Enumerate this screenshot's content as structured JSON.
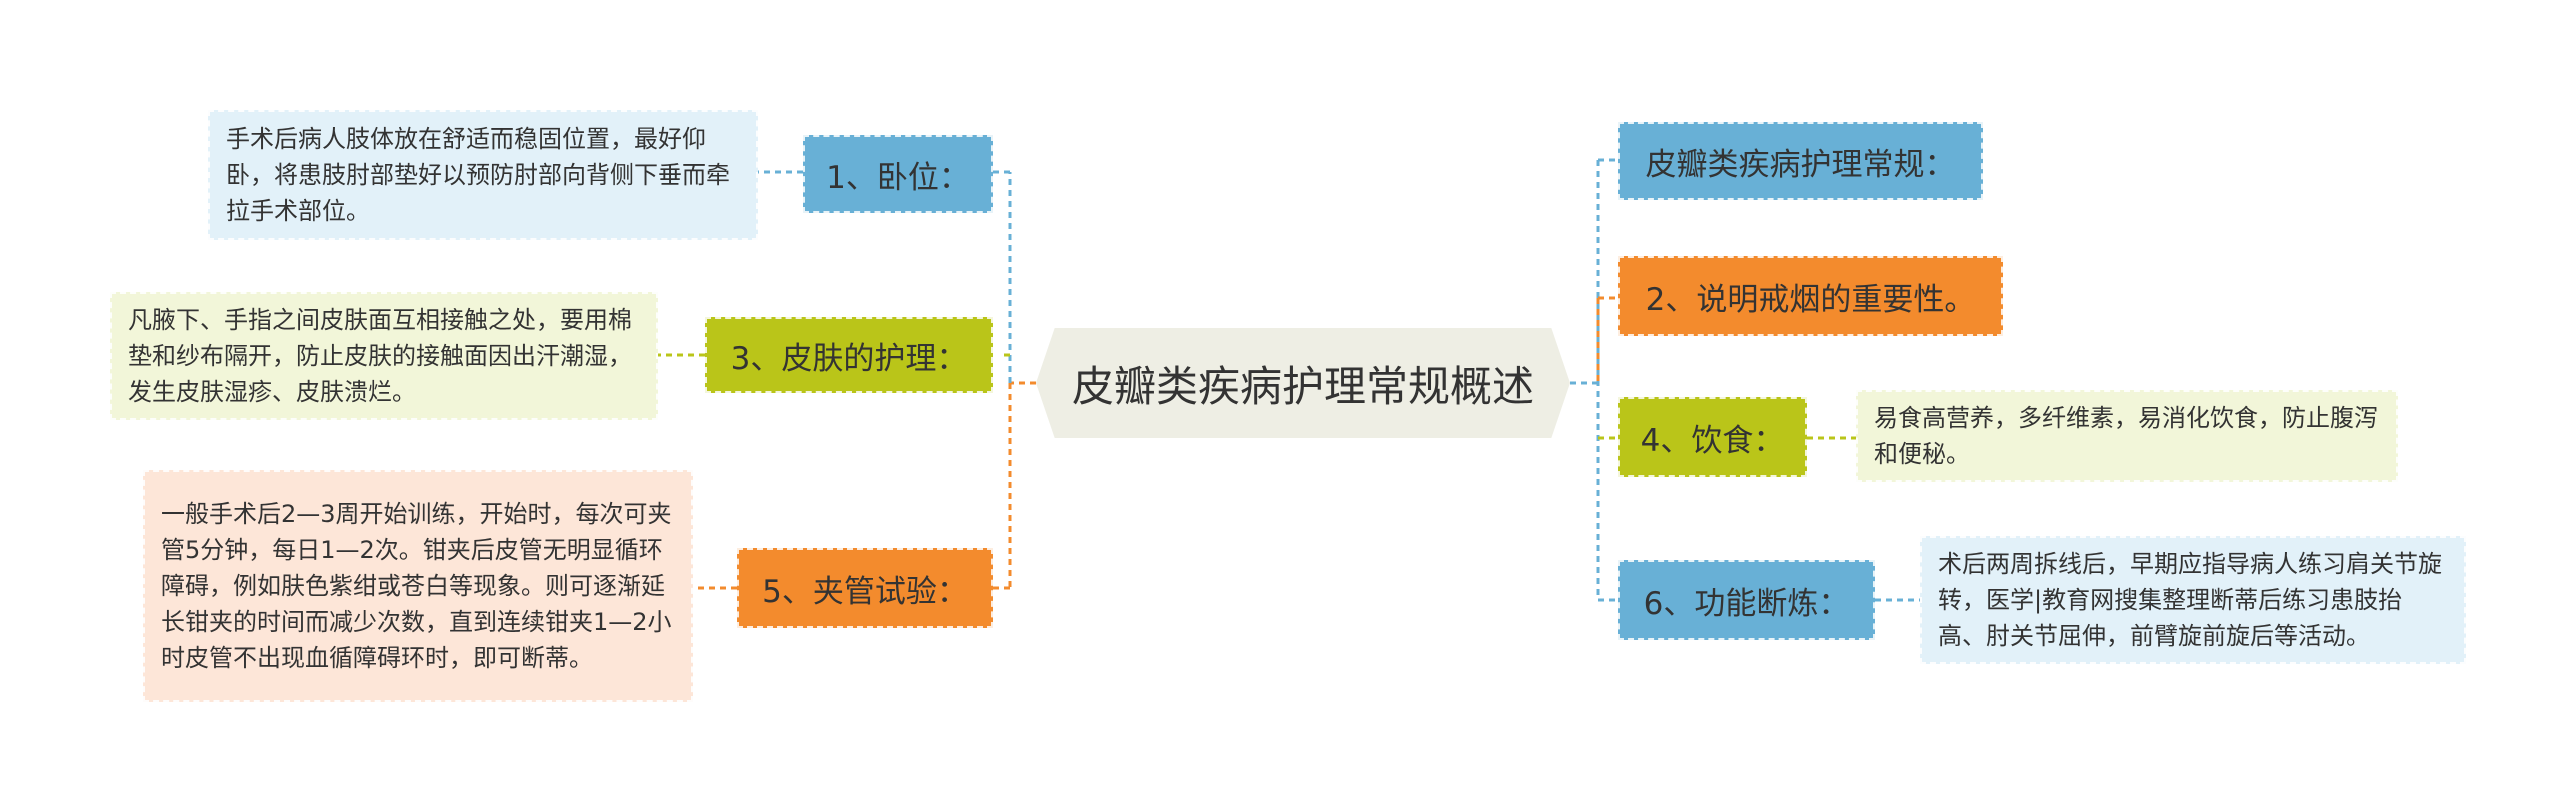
{
  "root": {
    "label": "皮瓣类疾病护理常规概述"
  },
  "left_topics": [
    {
      "label": "1、卧位：",
      "color": "#68b0d6",
      "detail": "手术后病人肢体放在舒适而稳固位置，最好仰卧，将患肢肘部垫好以预防肘部向背侧下垂而牵拉手术部位。"
    },
    {
      "label": "3、皮肤的护理：",
      "color": "#bac519",
      "detail": "凡腋下、手指之间皮肤面互相接触之处，要用棉垫和纱布隔开，防止皮肤的接触面因出汗潮湿，发生皮肤湿疹、皮肤溃烂。"
    },
    {
      "label": "5、夹管试验：",
      "color": "#f38b2d",
      "detail": "一般手术后2—3周开始训练，开始时，每次可夹管5分钟，每日1—2次。钳夹后皮管无明显循环障碍，例如肤色紫绀或苍白等现象。则可逐渐延长钳夹的时间而减少次数，直到连续钳夹1—2小时皮管不出现血循障碍环时，即可断蒂。"
    }
  ],
  "right_topics": [
    {
      "label": "皮瓣类疾病护理常规：",
      "color": "#68b0d6"
    },
    {
      "label": "2、说明戒烟的重要性。",
      "color": "#f38b2d"
    },
    {
      "label": "4、饮食：",
      "color": "#bac519",
      "detail": "易食高营养，多纤维素，易消化饮食，防止腹泻和便秘。"
    },
    {
      "label": "6、功能断炼：",
      "color": "#68b0d6",
      "detail": "术后两周拆线后，早期应指导病人练习肩关节旋转，医学|教育网搜集整理断蒂后练习患肢抬高、肘关节屈伸，前臂旋前旋后等活动。"
    }
  ]
}
